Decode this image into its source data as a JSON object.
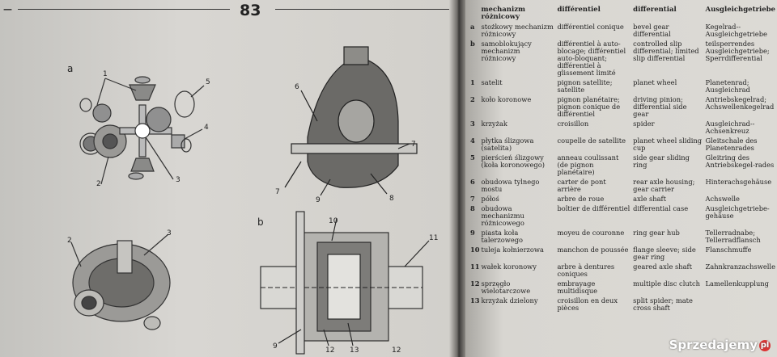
{
  "page": {
    "number": "83",
    "left_mark": "—"
  },
  "figures": {
    "a": {
      "label": "a",
      "top_callouts": [
        "1",
        "5",
        "4",
        "2",
        "3"
      ],
      "bottom_callouts": [
        "2",
        "3"
      ],
      "section_callouts": [
        "6",
        "7",
        "7",
        "9",
        "8"
      ]
    },
    "b": {
      "label": "b",
      "callouts": [
        "10",
        "11",
        "9",
        "12",
        "13",
        "12"
      ]
    }
  },
  "table": {
    "headers": {
      "pl": "mechanizm różnicowy",
      "fr": "différentiel",
      "en": "differential",
      "de": "Ausgleichgetriebe"
    },
    "rows": [
      {
        "k": "a",
        "pl": "stożkowy mechanizm różnicowy",
        "fr": "différentiel conique",
        "en": "bevel gear differential",
        "de": "Kegelrad--Ausgleichgetriebe"
      },
      {
        "k": "b",
        "pl": "samoblokujący mechanizm różnicowy",
        "fr": "différentiel à auto-blocage; différentiel auto-bloquant; différentiel à glissement limité",
        "en": "controlled slip differential; limited slip differential",
        "de": "teilsperrendes Ausgleichgetriebe; Sperrdifferential"
      },
      {
        "k": "1",
        "pl": "satelit",
        "fr": "pignon satellite; satellite",
        "en": "planet wheel",
        "de": "Planetenrad; Ausgleichrad"
      },
      {
        "k": "2",
        "pl": "koło koronowe",
        "fr": "pignon planétaire; pignon conique de différentiel",
        "en": "driving pinion; differential side gear",
        "de": "Antriebskegelrad; Achswellenkegelrad"
      },
      {
        "k": "3",
        "pl": "krzyżak",
        "fr": "croisillon",
        "en": "spider",
        "de": "Ausgleichrad--Achsenkreuz"
      },
      {
        "k": "4",
        "pl": "płytka ślizgowa (satelita)",
        "fr": "coupelle de satellite",
        "en": "planet wheel sliding cup",
        "de": "Gleitschale des Planetenrades"
      },
      {
        "k": "5",
        "pl": "pierścień ślizgowy (koła koronowego)",
        "fr": "anneau coulissant (de pignon planétaire)",
        "en": "side gear sliding ring",
        "de": "Gleitring des Antriebskegel-rades"
      },
      {
        "k": "6",
        "pl": "obudowa tylnego mostu",
        "fr": "carter de pont arrière",
        "en": "rear axle housing; gear carrier",
        "de": "Hinterachsgehäuse"
      },
      {
        "k": "7",
        "pl": "półoś",
        "fr": "arbre de roue",
        "en": "axle shaft",
        "de": "Achswelle"
      },
      {
        "k": "8",
        "pl": "obudowa mechanizmu różnicowego",
        "fr": "boîtier de différentiel",
        "en": "differential case",
        "de": "Ausgleichgetriebe-gehäuse"
      },
      {
        "k": "9",
        "pl": "piasta koła talerzowego",
        "fr": "moyeu de couronne",
        "en": "ring gear hub",
        "de": "Tellerradnabe; Tellerradflansch"
      },
      {
        "k": "10",
        "pl": "tuleja kołnierzowa",
        "fr": "manchon de poussée",
        "en": "flange sleeve; side gear ring",
        "de": "Flanschmuffe"
      },
      {
        "k": "11",
        "pl": "wałek koronowy",
        "fr": "arbre à dentures coniques",
        "en": "geared axle shaft",
        "de": "Zahnkranzachswelle"
      },
      {
        "k": "12",
        "pl": "sprzęgło wielotarczowe",
        "fr": "embrayage multidisque",
        "en": "multiple disc clutch",
        "de": "Lamellenkupplung"
      },
      {
        "k": "13",
        "pl": "krzyżak dzielony",
        "fr": "croisillon en deux pièces",
        "en": "split spider; mate cross shaft",
        "de": ""
      }
    ]
  },
  "watermark": {
    "text": "Sprzedajemy",
    "suffix": "pl"
  }
}
